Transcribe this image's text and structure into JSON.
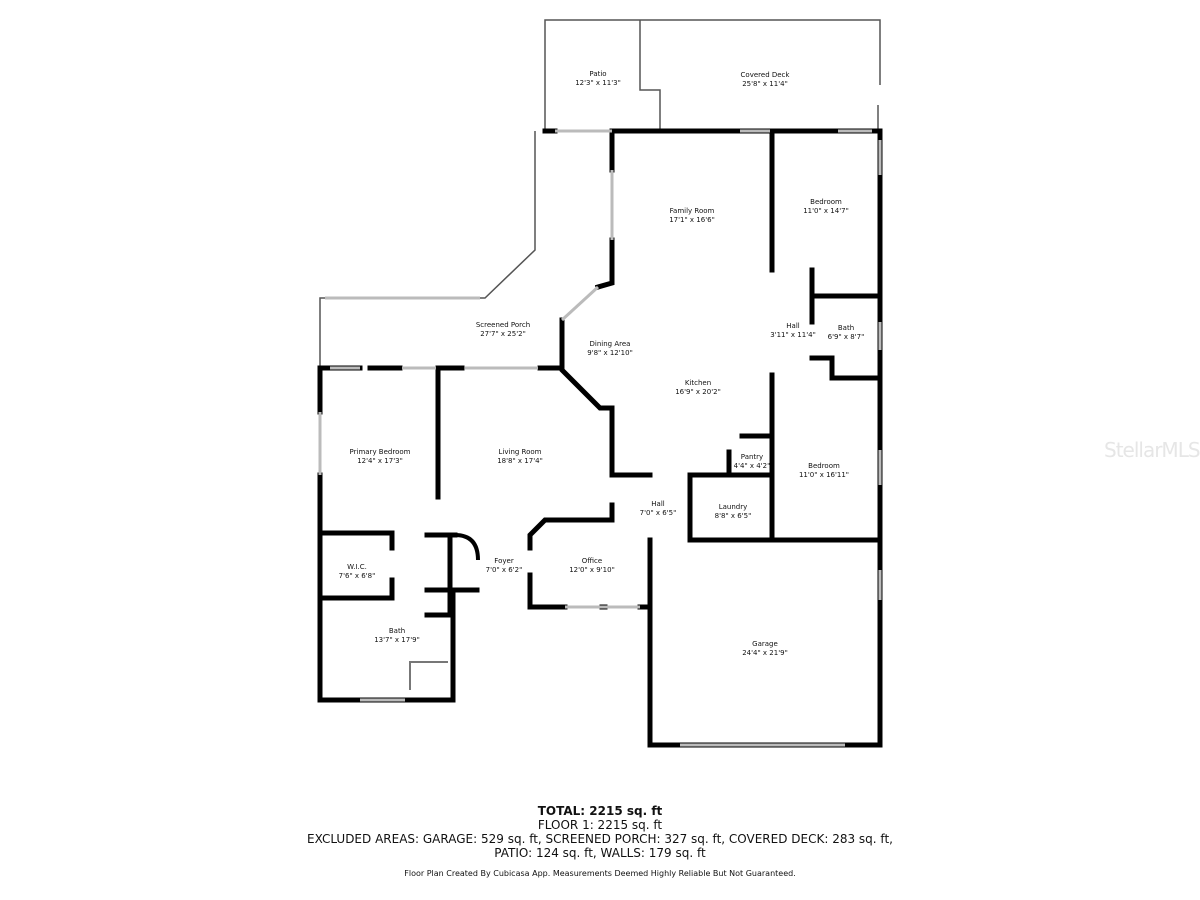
{
  "rooms": [
    {
      "name": "Patio",
      "dims": "12'3\" x 11'3\""
    },
    {
      "name": "Covered Deck",
      "dims": "25'8\" x 11'4\""
    },
    {
      "name": "Family Room",
      "dims": "17'1\" x 16'6\""
    },
    {
      "name": "Bedroom",
      "dims": "11'0\" x 14'7\""
    },
    {
      "name": "Screened Porch",
      "dims": "27'7\" x 25'2\""
    },
    {
      "name": "Dining Area",
      "dims": "9'8\" x 12'10\""
    },
    {
      "name": "Hall",
      "dims": "3'11\" x 11'4\""
    },
    {
      "name": "Bath",
      "dims": "6'9\" x 8'7\""
    },
    {
      "name": "Kitchen",
      "dims": "16'9\" x 20'2\""
    },
    {
      "name": "Primary Bedroom",
      "dims": "12'4\" x 17'3\""
    },
    {
      "name": "Living Room",
      "dims": "18'8\" x 17'4\""
    },
    {
      "name": "Pantry",
      "dims": "4'4\" x 4'2\""
    },
    {
      "name": "Bedroom",
      "dims": "11'0\" x 16'11\""
    },
    {
      "name": "Hall",
      "dims": "7'0\" x 6'5\""
    },
    {
      "name": "Laundry",
      "dims": "8'8\" x 6'5\""
    },
    {
      "name": "W.I.C.",
      "dims": "7'6\" x 6'8\""
    },
    {
      "name": "Foyer",
      "dims": "7'0\" x 6'2\""
    },
    {
      "name": "Office",
      "dims": "12'0\" x 9'10\""
    },
    {
      "name": "Bath",
      "dims": "13'7\" x 17'9\""
    },
    {
      "name": "Garage",
      "dims": "24'4\" x 21'9\""
    }
  ],
  "summary": {
    "total": "TOTAL: 2215 sq. ft",
    "floor1": "FLOOR 1: 2215 sq. ft",
    "excluded_line1": "EXCLUDED AREAS: GARAGE: 529 sq. ft, SCREENED PORCH: 327 sq. ft, COVERED DECK: 283 sq. ft,",
    "excluded_line2": "PATIO: 124 sq. ft, WALLS: 179 sq. ft"
  },
  "disclaimer": "Floor Plan Created By Cubicasa App. Measurements Deemed Highly Reliable But Not Guaranteed.",
  "watermark": "StellarMLS",
  "colors": {
    "wall": "#000000",
    "thin_wall": "#555555",
    "window": "#cccccc"
  }
}
